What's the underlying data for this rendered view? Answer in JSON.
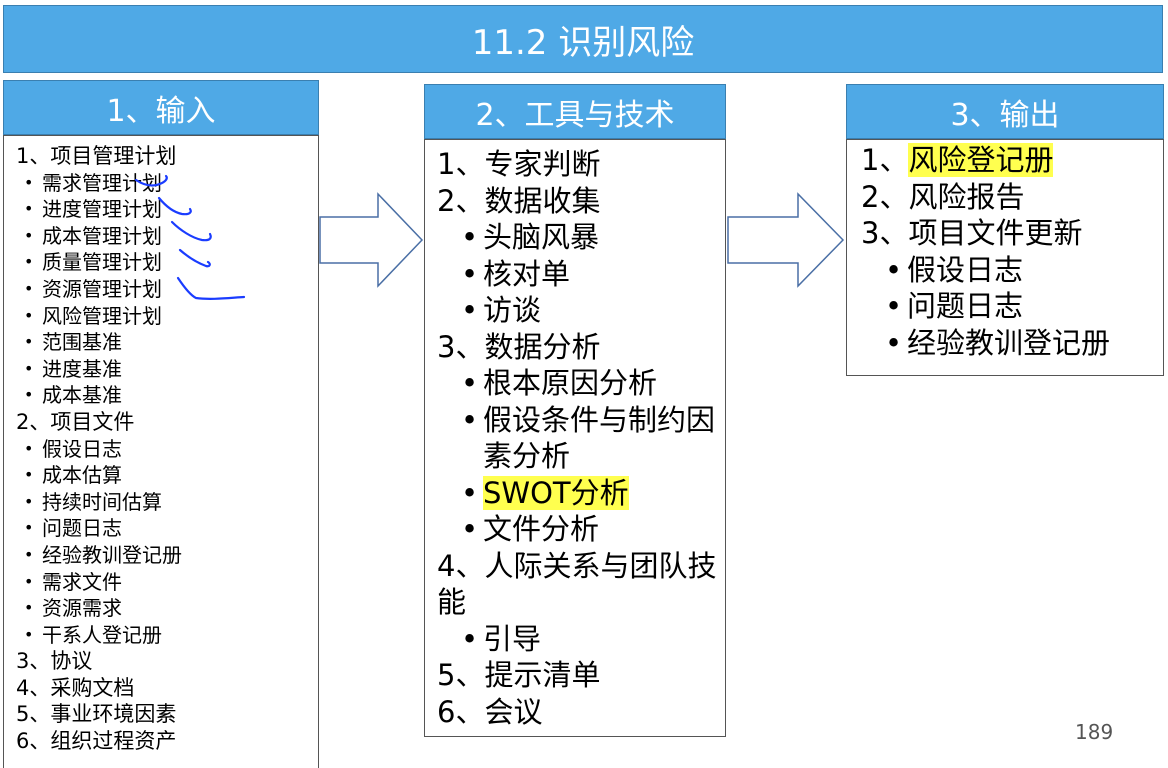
{
  "title": "11.2 识别风险",
  "inputs": {
    "header": "1、输入",
    "items": [
      {
        "text": "1、项目管理计划",
        "level": "main"
      },
      {
        "text": "需求管理计划",
        "level": "sub"
      },
      {
        "text": "进度管理计划",
        "level": "sub"
      },
      {
        "text": "成本管理计划",
        "level": "sub"
      },
      {
        "text": "质量管理计划",
        "level": "sub"
      },
      {
        "text": "资源管理计划",
        "level": "sub"
      },
      {
        "text": "风险管理计划",
        "level": "sub"
      },
      {
        "text": "范围基准",
        "level": "sub"
      },
      {
        "text": "进度基准",
        "level": "sub"
      },
      {
        "text": "成本基准",
        "level": "sub"
      },
      {
        "text": "2、项目文件",
        "level": "main"
      },
      {
        "text": "假设日志",
        "level": "sub"
      },
      {
        "text": "成本估算",
        "level": "sub"
      },
      {
        "text": "持续时间估算",
        "level": "sub"
      },
      {
        "text": "问题日志",
        "level": "sub"
      },
      {
        "text": "经验教训登记册",
        "level": "sub"
      },
      {
        "text": "需求文件",
        "level": "sub"
      },
      {
        "text": "资源需求",
        "level": "sub"
      },
      {
        "text": "干系人登记册",
        "level": "sub"
      },
      {
        "text": "3、协议",
        "level": "main"
      },
      {
        "text": "4、采购文档",
        "level": "main"
      },
      {
        "text": "5、事业环境因素",
        "level": "main"
      },
      {
        "text": "6、组织过程资产",
        "level": "main"
      }
    ]
  },
  "tools": {
    "header": "2、工具与技术",
    "items": [
      {
        "text": "1、专家判断",
        "level": "main"
      },
      {
        "text": "2、数据收集",
        "level": "main"
      },
      {
        "text": "头脑风暴",
        "level": "sub"
      },
      {
        "text": "核对单",
        "level": "sub"
      },
      {
        "text": "访谈",
        "level": "sub"
      },
      {
        "text": "3、数据分析",
        "level": "main"
      },
      {
        "text": "根本原因分析",
        "level": "sub"
      },
      {
        "text": "假设条件与制约因素分析",
        "level": "sub"
      },
      {
        "text": "SWOT分析",
        "level": "sub",
        "highlight": true
      },
      {
        "text": "文件分析",
        "level": "sub"
      },
      {
        "text": "4、人际关系与团队技能",
        "level": "main"
      },
      {
        "text": "引导",
        "level": "sub"
      },
      {
        "text": "5、提示清单",
        "level": "main"
      },
      {
        "text": "6、会议",
        "level": "main"
      }
    ]
  },
  "outputs": {
    "header": "3、输出",
    "items": [
      {
        "prefix": "1、",
        "text": "风险登记册",
        "level": "main",
        "highlight": true
      },
      {
        "prefix": "2、",
        "text": "风险报告",
        "level": "main"
      },
      {
        "prefix": "3、",
        "text": "项目文件更新",
        "level": "main"
      },
      {
        "prefix": "",
        "text": "假设日志",
        "level": "sub"
      },
      {
        "prefix": "",
        "text": "问题日志",
        "level": "sub"
      },
      {
        "prefix": "",
        "text": "经验教训登记册",
        "level": "sub"
      }
    ]
  },
  "page_number": "189",
  "colors": {
    "header_blue": "#4FA9E6",
    "highlight": "#FFFF4F",
    "ink": "#1a3cff"
  }
}
